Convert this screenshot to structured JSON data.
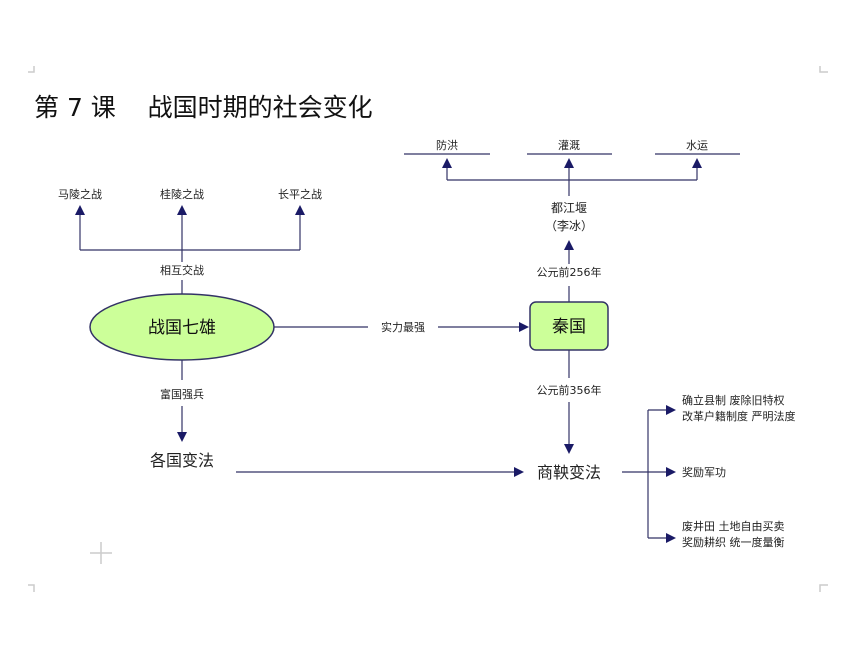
{
  "title": "第 7 课    战国时期的社会变化",
  "nodes": {
    "warring_states": "战国七雄",
    "qin": "秦国",
    "reforms_all": "各国变法",
    "shang_yang": "商鞅变法",
    "dujiangyan": "都江堰",
    "li_bing": "（李冰）"
  },
  "battles": [
    "马陵之战",
    "桂陵之战",
    "长平之战"
  ],
  "benefits": [
    "防洪",
    "灌溉",
    "水运"
  ],
  "edge_labels": {
    "mutual_war": "相互交战",
    "strongest": "实力最强",
    "year_256": "公元前256年",
    "year_356": "公元前356年",
    "rich_strong": "富国强兵"
  },
  "shang_yang_measures": [
    {
      "line1": "确立县制  废除旧特权",
      "line2": "改革户籍制度  严明法度"
    },
    {
      "line1": "奖励军功",
      "line2": ""
    },
    {
      "line1": "废井田  土地自由买卖",
      "line2": "奖励耕织  统一度量衡"
    }
  ],
  "colors": {
    "node_fill": "#ccff99",
    "node_stroke": "#333366",
    "line": "#333366",
    "arrow": "#1a1a66"
  }
}
